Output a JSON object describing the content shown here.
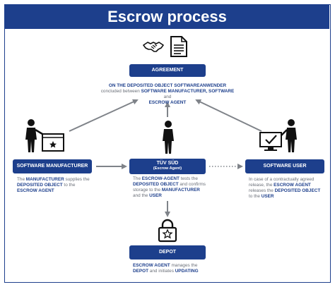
{
  "title": "Escrow process",
  "colors": {
    "navy": "#1d3f8c",
    "grey_text": "#6b7079",
    "arrow_grey": "#7f8389",
    "icon_black": "#111111"
  },
  "agreement": {
    "label": "AGREEMENT",
    "desc_p1": "ON THE DEPOSITED OBJECT SOFTWAREANWENDER",
    "desc_p2": " concluded between ",
    "desc_p3": "SOFTWARE MANUFACTURER, SOFTWARE",
    "desc_p4": " and ",
    "desc_p5": "ESCROW AGENT"
  },
  "manufacturer": {
    "label": "SOFTWARE MANUFACTURER",
    "desc_p1": "The ",
    "desc_p2": "MANUFACTURER",
    "desc_p3": " supplies the ",
    "desc_p4": "DEPOSITED OBJECT",
    "desc_p5": " to the ",
    "desc_p6": "ESCROW AGENT"
  },
  "tuv": {
    "label": "TÜV SÜD",
    "sublabel": "(Escrow Agent)",
    "desc_p1": "The ",
    "desc_p2": "ESCROW-AGENT",
    "desc_p3": " tests the ",
    "desc_p4": "DEPOSITED OBJECT",
    "desc_p5": " and confirms storage to the ",
    "desc_p6": "MANUFACTURER",
    "desc_p7": " and the ",
    "desc_p8": "USER"
  },
  "user": {
    "label": "SOFTWARE USER",
    "desc_p1": "In case of a contractually agreed release, the ",
    "desc_p2": "ESCROW AGENT",
    "desc_p3": " releases the ",
    "desc_p4": "DEPOSITED OBJECT",
    "desc_p5": " to the ",
    "desc_p6": "USER"
  },
  "depot": {
    "label": "DEPOT",
    "desc_p1": "ESCROW AGENT",
    "desc_p2": " manages the ",
    "desc_p3": "DEPOT",
    "desc_p4": " and initiates ",
    "desc_p5": "UPDATING"
  }
}
